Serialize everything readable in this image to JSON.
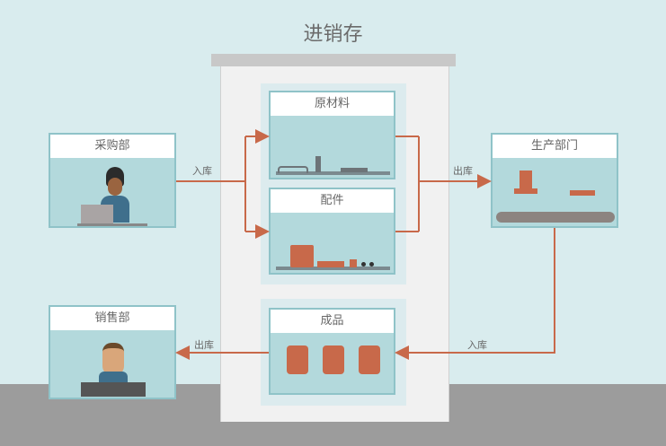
{
  "title": "进销存",
  "boxes": {
    "purchase": "采购部",
    "raw": "原材料",
    "parts": "配件",
    "production": "生产部门",
    "finished": "成品",
    "sales": "销售部"
  },
  "flows": {
    "in1": "入库",
    "out1": "出库",
    "in2": "入库",
    "out2": "出库"
  },
  "colors": {
    "arrow": "#c8694a",
    "box": "#b3d9dc"
  }
}
